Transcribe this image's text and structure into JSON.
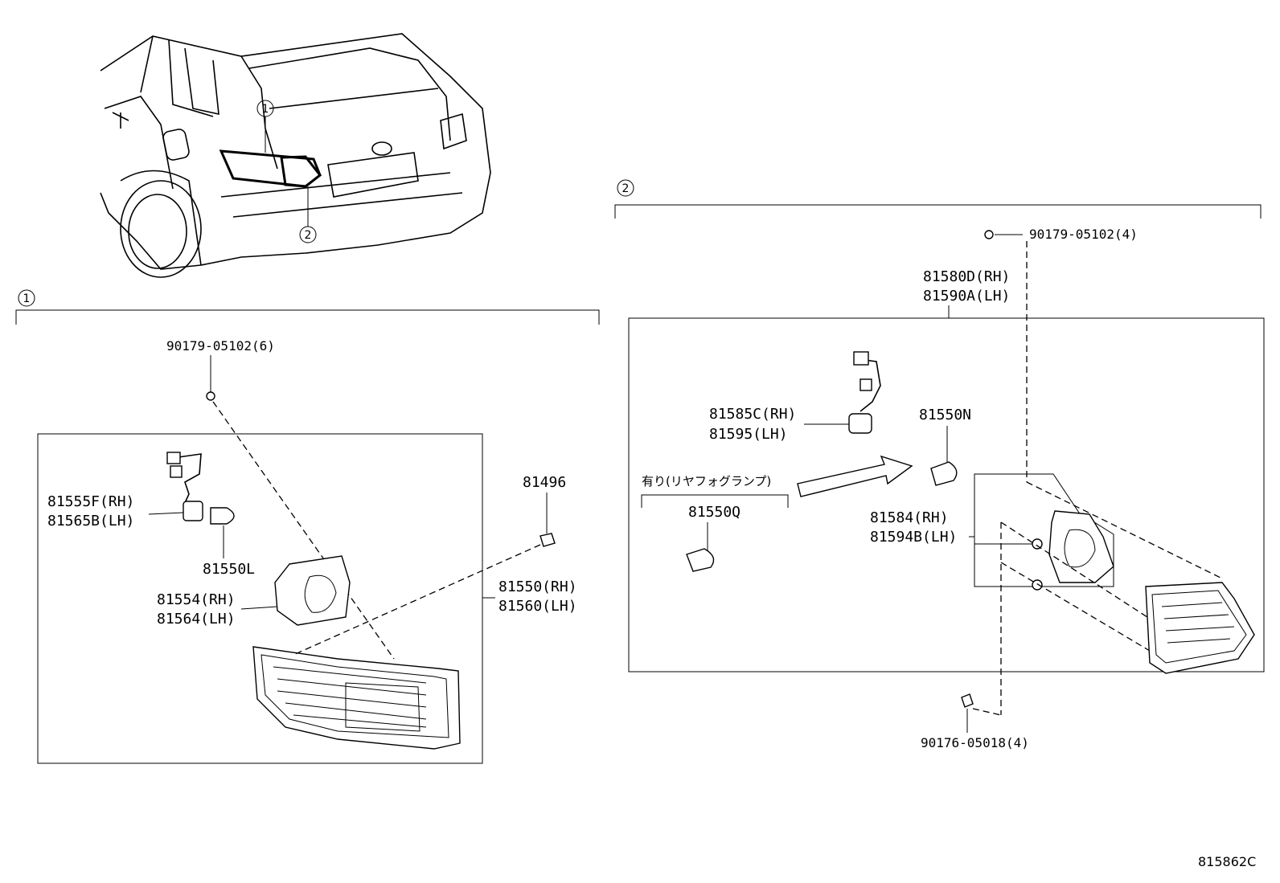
{
  "callouts": {
    "one": "1",
    "two": "2"
  },
  "section1": {
    "marker": "1",
    "fastener_top": "90179-05102(6)",
    "socket": [
      "81555F(RH)",
      "81565B(LH)"
    ],
    "bulb": "81550L",
    "gasket": [
      "81554(RH)",
      "81564(LH)"
    ],
    "clip": "81496",
    "lamp": [
      "81550(RH)",
      "81560(LH)"
    ]
  },
  "section2": {
    "marker": "2",
    "fastener_top": "90179-05102(4)",
    "assembly": [
      "81580D(RH)",
      "81590A(LH)"
    ],
    "socket": [
      "81585C(RH)",
      "81595(LH)"
    ],
    "bulb": "81550N",
    "fog_note": "有り(リヤフォグランプ)",
    "fog_bulb": "81550Q",
    "gasket": [
      "81584(RH)",
      "81594B(LH)"
    ],
    "fastener_bottom": "90176-05018(4)"
  },
  "reference_code": "815862C"
}
